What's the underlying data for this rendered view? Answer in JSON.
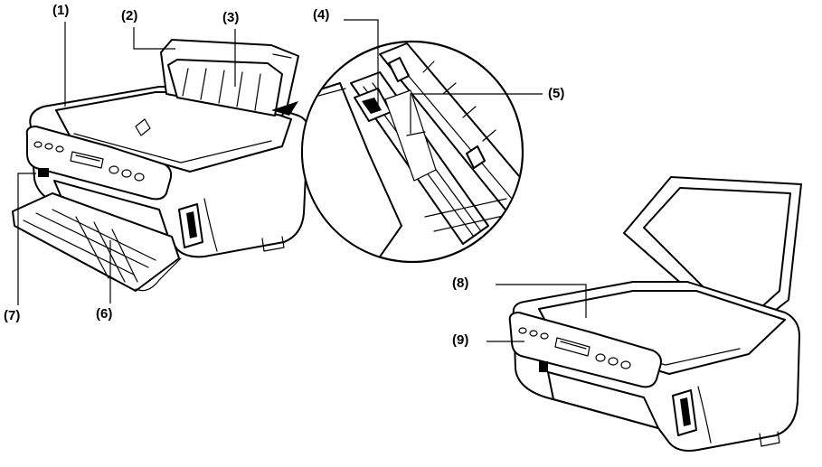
{
  "callouts": {
    "c1": "(1)",
    "c2": "(2)",
    "c3": "(3)",
    "c4": "(4)",
    "c5": "(5)",
    "c6": "(6)",
    "c7": "(7)",
    "c8": "(8)",
    "c9": "(9)"
  },
  "colors": {
    "line": "#000000",
    "background": "#ffffff"
  },
  "icons": [
    "printer-front-view",
    "paper-guide-detail-magnifier",
    "printer-scanner-open-view"
  ]
}
